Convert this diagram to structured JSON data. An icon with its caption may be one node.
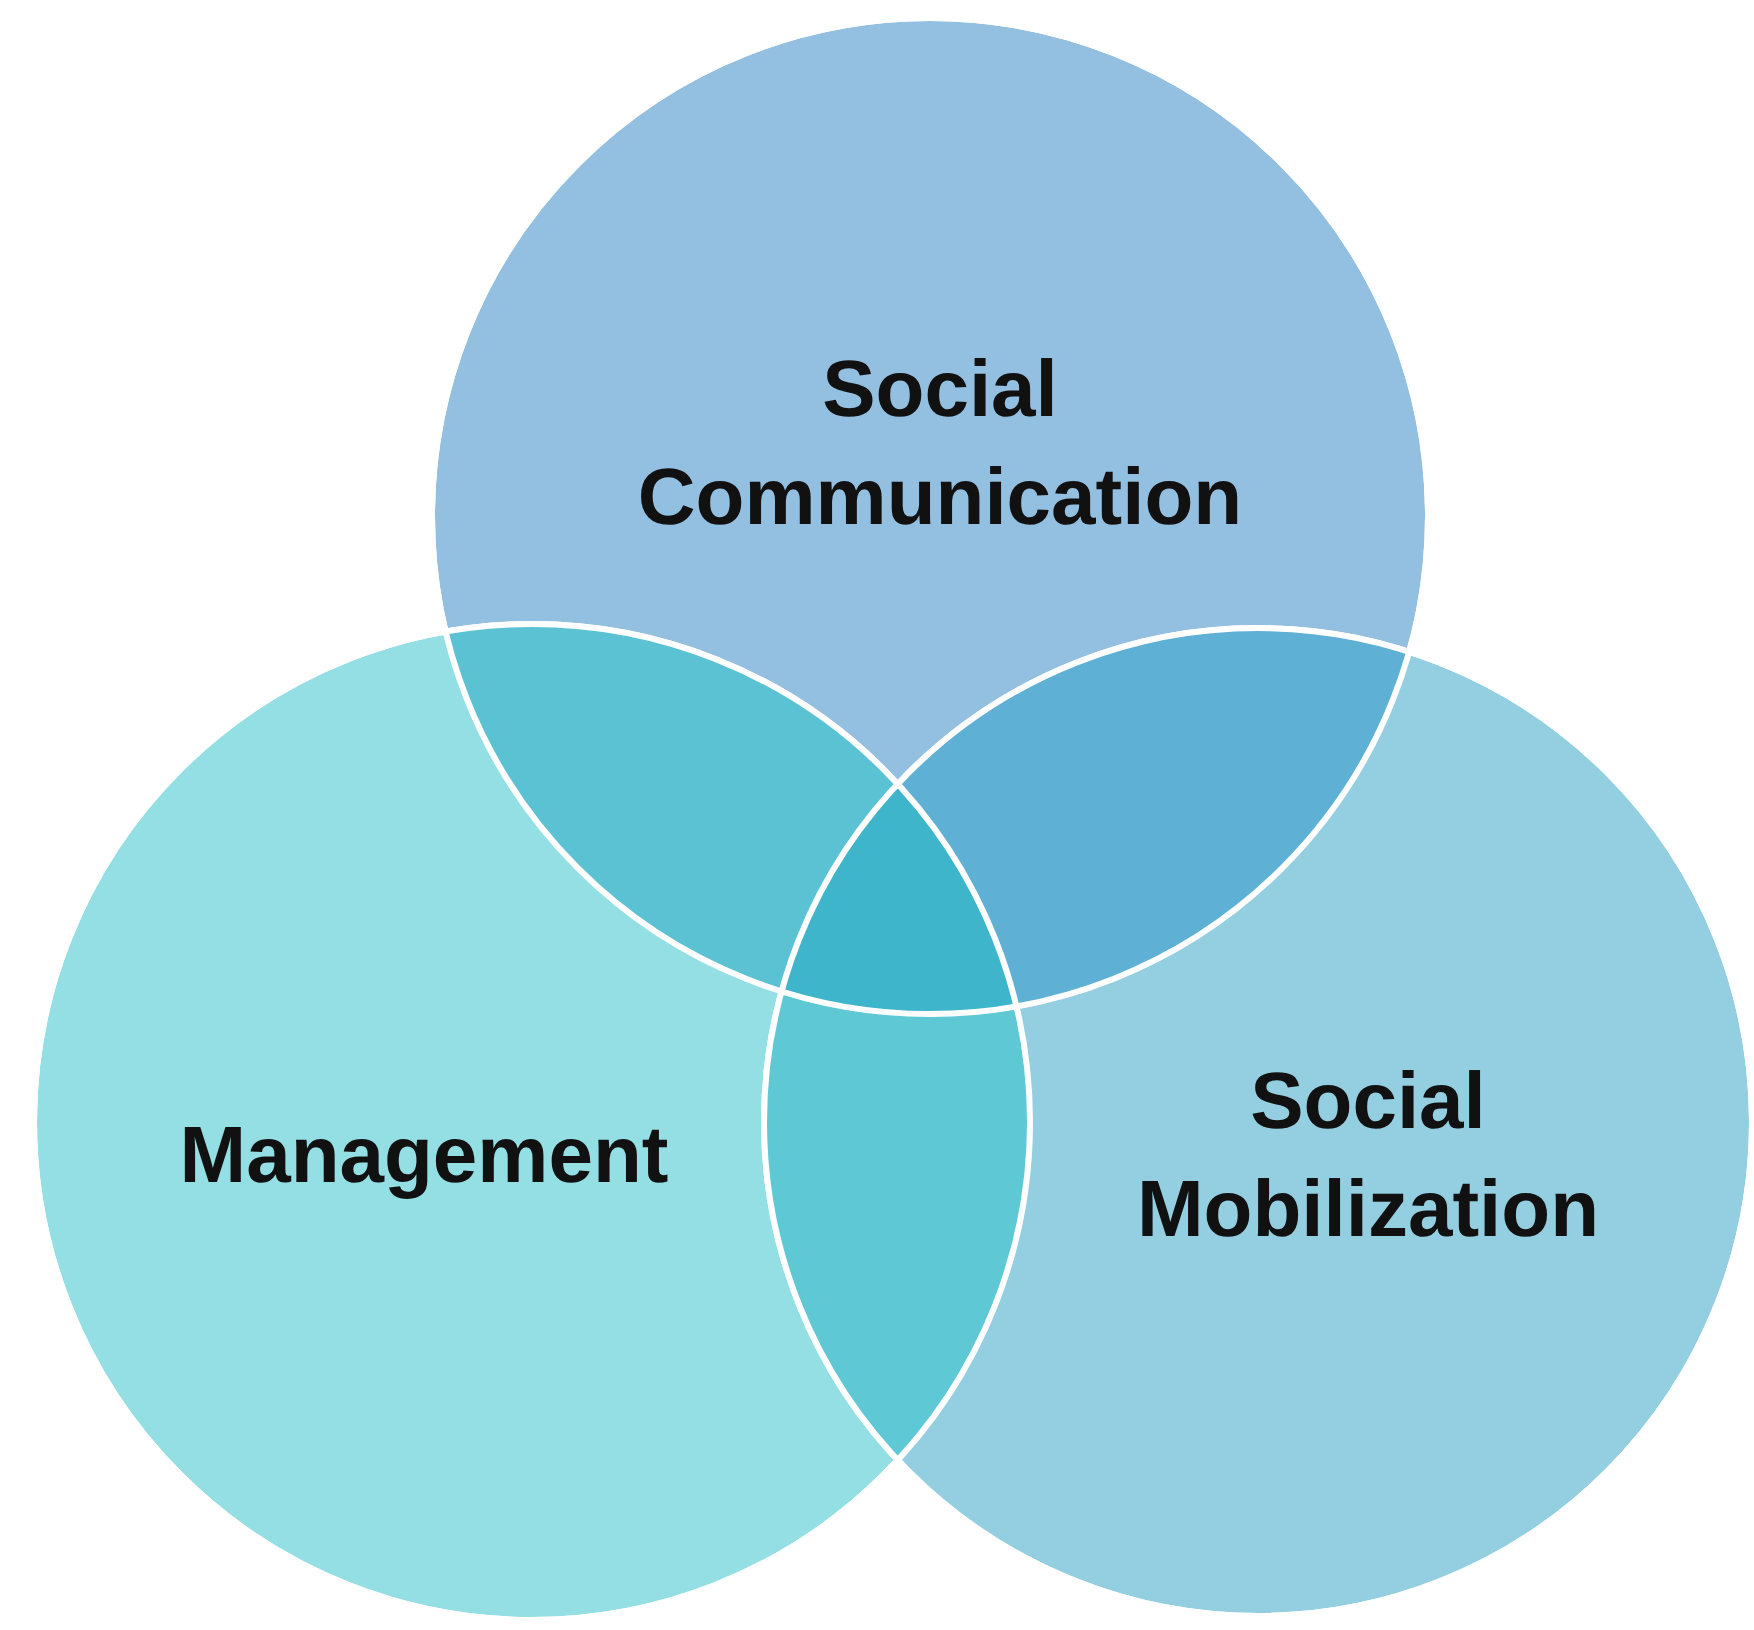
{
  "diagram": {
    "nodes": [
      {
        "text": [
          "Social Communication"
        ]
      },
      {
        "text": [
          "Management"
        ]
      },
      {
        "text": [
          "Social Mobilization"
        ]
      }
    ]
  }
}
